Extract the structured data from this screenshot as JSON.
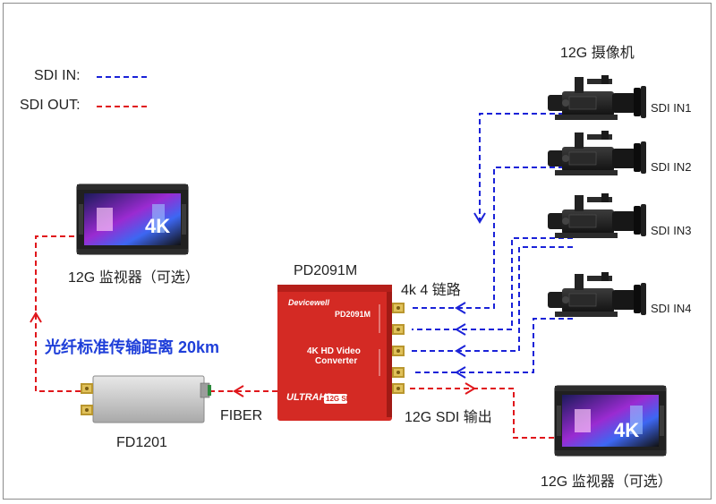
{
  "legend": {
    "sdi_in": "SDI IN:",
    "sdi_out": "SDI OUT:",
    "colors": {
      "sdi_in": "#1a22d8",
      "sdi_out": "#e0161b"
    }
  },
  "cameras": {
    "group_label": "12G 摄像机",
    "inputs": [
      "SDI IN1",
      "SDI IN2",
      "SDI IN3",
      "SDI IN4"
    ]
  },
  "converter": {
    "model_label": "PD2091M",
    "brand": "Devicewell",
    "panel_model": "PD2091M",
    "title_line1": "4K HD Video",
    "title_line2": "Converter",
    "footer": "ULTRAHD",
    "badge": "12G SDI",
    "link_label": "4k 4 链路",
    "output_label": "12G SDI 输出",
    "body_color": "#d42a24"
  },
  "monitor_left": {
    "label": "12G 监视器（可选）",
    "screen_text": "4K"
  },
  "monitor_right": {
    "label": "12G 监视器（可选）",
    "screen_text": "4K"
  },
  "fiber_unit": {
    "label": "FD1201",
    "link_label": "FIBER"
  },
  "fiber_note": "光纤标准传输距离 20km"
}
